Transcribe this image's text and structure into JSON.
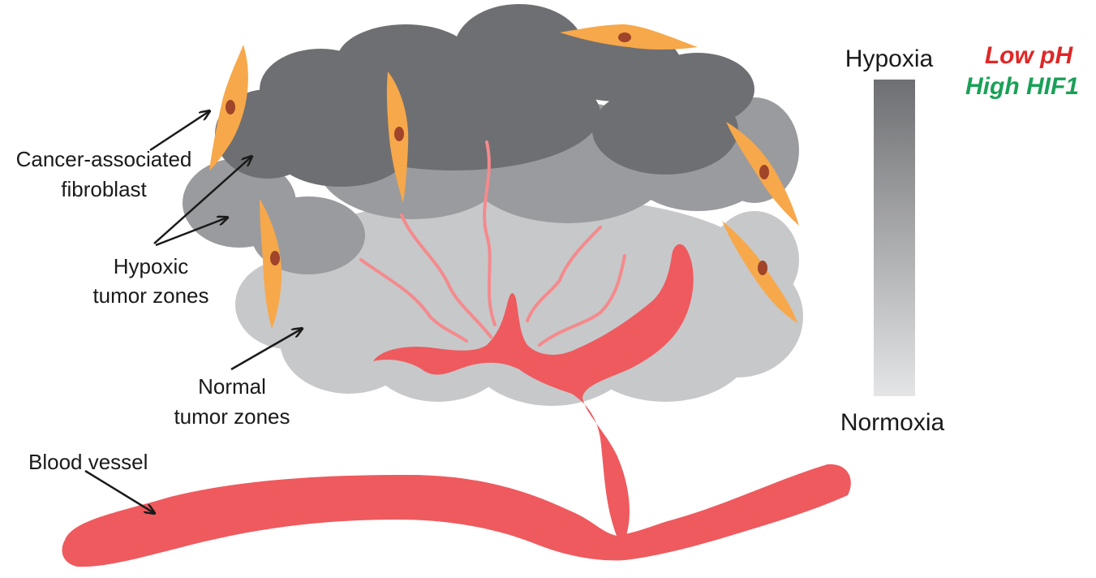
{
  "labels": {
    "caf_line1": "Cancer-associated",
    "caf_line2": "fibroblast",
    "hypoxic_line1": "Hypoxic",
    "hypoxic_line2": "tumor zones",
    "normal_line1": "Normal",
    "normal_line2": "tumor zones",
    "blood_vessel": "Blood vessel"
  },
  "scale": {
    "top_label": "Hypoxia",
    "bottom_label": "Normoxia",
    "indicator_1": "Low pH",
    "indicator_2": "High HIF1"
  },
  "colors": {
    "hypoxic_zone": "#6e6f72",
    "hypoxic_zone_light": "#9a9b9e",
    "normal_zone": "#c7c8ca",
    "blood_vessel": "#ee5a5e",
    "capillary": "#f48a8c",
    "fibroblast": "#f7a84a",
    "fibroblast_nucleus": "#a0442a",
    "low_ph": "#e02626",
    "high_hif1": "#1aa058",
    "gradient_top": "#6e6f72",
    "gradient_bottom": "#e4e5e6"
  }
}
